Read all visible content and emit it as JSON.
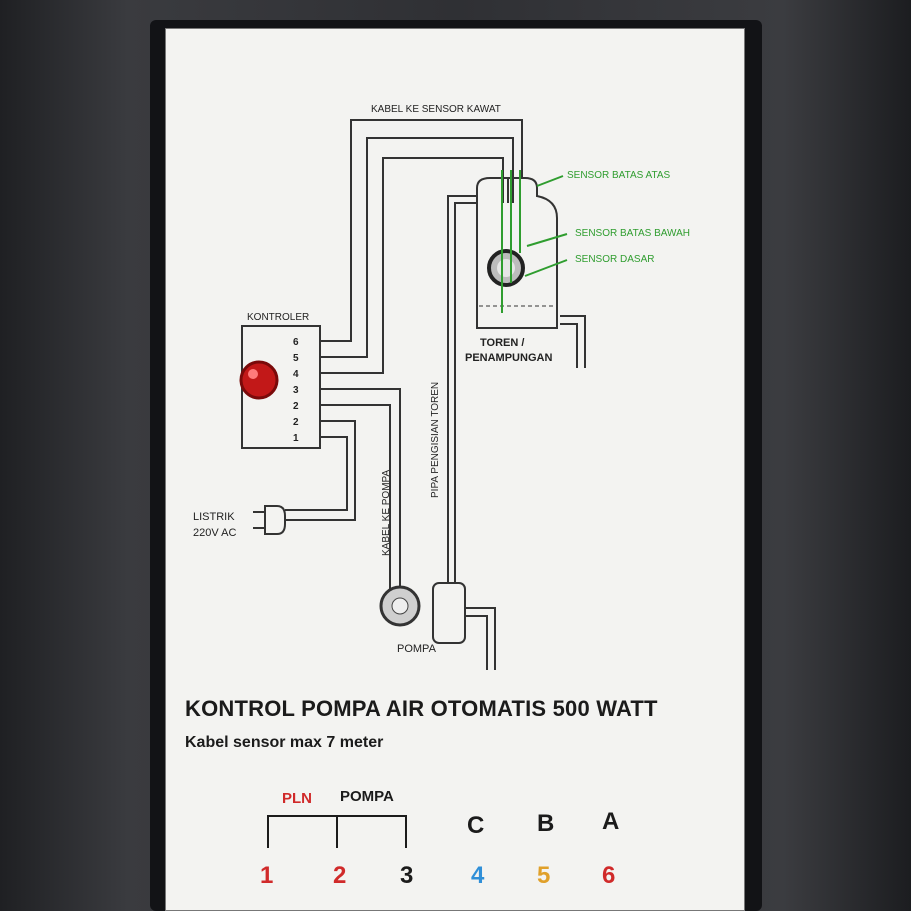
{
  "diagram": {
    "labels": {
      "kabel_sensor": "KABEL KE SENSOR KAWAT",
      "sensor_atas": "SENSOR BATAS ATAS",
      "sensor_bawah": "SENSOR BATAS BAWAH",
      "sensor_dasar": "SENSOR DASAR",
      "kontroler": "KONTROLER",
      "toren_1": "TOREN /",
      "toren_2": "PENAMPUNGAN",
      "pipa": "PIPA PENGISIAN TOREN",
      "kabel_pompa": "KABEL KE POMPA",
      "listrik_1": "LISTRIK",
      "listrik_2": "220V AC",
      "pompa": "POMPA"
    },
    "terminals": [
      "6",
      "5",
      "4",
      "3",
      "2",
      "2",
      "1"
    ]
  },
  "title": "KONTROL POMPA AIR OTOMATIS 500 WATT",
  "subtitle": "Kabel sensor max 7 meter",
  "legend": {
    "pln": "PLN",
    "pompa": "POMPA",
    "letters": [
      "C",
      "B",
      "A"
    ],
    "numbers": [
      "1",
      "2",
      "3",
      "4",
      "5",
      "6"
    ],
    "colors": {
      "red": "#d02a2a",
      "black": "#1b1b1b",
      "blue": "#2f8fd8",
      "orange": "#e0a02a",
      "green": "#2f9d2f"
    }
  }
}
